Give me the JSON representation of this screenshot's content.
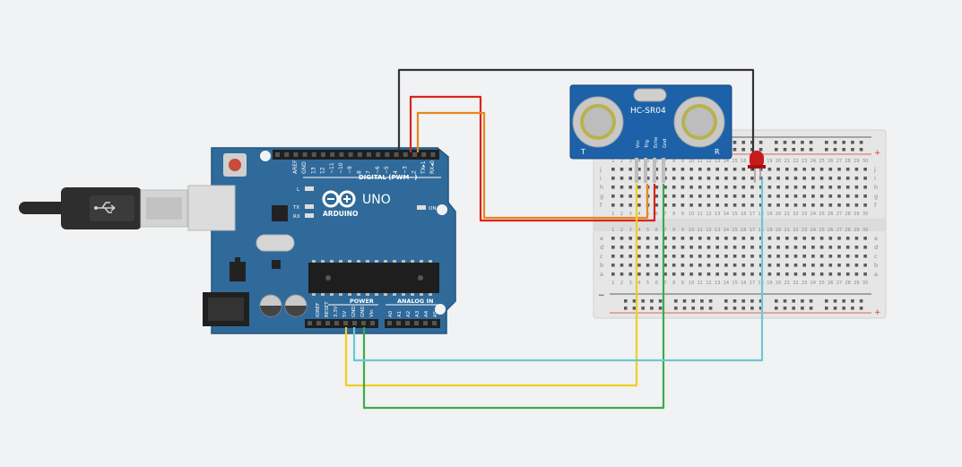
{
  "colors": {
    "background": "#f1f2f4",
    "board": "#2f6a9a",
    "board_edge": "#23557f",
    "sensor": "#1d62a8",
    "breadboard": "#e6e6e6",
    "rail_red": "#d33b3b",
    "wire_black": "#333333",
    "wire_red": "#d9261c",
    "wire_orange": "#e8871d",
    "wire_yellow": "#f2cf1f",
    "wire_green": "#3cad46",
    "wire_cyan": "#6cc8d3",
    "led_red": "#c8191b"
  },
  "arduino": {
    "brand": "ARDUINO",
    "model": "UNO",
    "digital_label": "DIGITAL (PWM~)",
    "analog_label": "ANALOG IN",
    "power_label": "POWER",
    "on_label": "ON",
    "l_label": "L",
    "tx_label": "TX",
    "rx_label": "RX",
    "digital_pins": [
      "AREF",
      "GND",
      "13",
      "12",
      "~11",
      "~10",
      "~9",
      "8",
      "7",
      "~6",
      "~5",
      "4",
      "~3",
      "2",
      "TX▸1",
      "RX◂0"
    ],
    "power_pins": [
      "IOREF",
      "RESET",
      "3.3V",
      "5V",
      "GND",
      "GND",
      "Vin"
    ],
    "analog_pins": [
      "A0",
      "A1",
      "A2",
      "A3",
      "A4",
      "A5"
    ]
  },
  "sensor": {
    "name": "HC-SR04",
    "pins": [
      "Vcc",
      "Trig",
      "Echo",
      "Gnd"
    ],
    "left_mark": "T",
    "right_mark": "R"
  },
  "breadboard": {
    "row_letters_top": [
      "j",
      "i",
      "h",
      "g",
      "f"
    ],
    "row_letters_bottom": [
      "e",
      "d",
      "c",
      "b",
      "a"
    ],
    "column_numbers": [
      "1",
      "2",
      "3",
      "4",
      "5",
      "6",
      "7",
      "8",
      "9",
      "10",
      "11",
      "12",
      "13",
      "14",
      "15",
      "16",
      "17",
      "18",
      "19",
      "20",
      "21",
      "22",
      "23",
      "24",
      "25",
      "26",
      "27",
      "28",
      "29",
      "30"
    ],
    "plus": "+",
    "minus": "−"
  },
  "icons": {
    "usb": "usb-icon"
  }
}
